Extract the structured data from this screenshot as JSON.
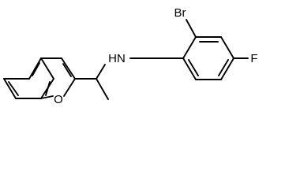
{
  "molecule": {
    "atoms": {
      "bromine": "Br",
      "amine": "HN",
      "fluorine": "F",
      "furan_oxygen": "O"
    }
  }
}
